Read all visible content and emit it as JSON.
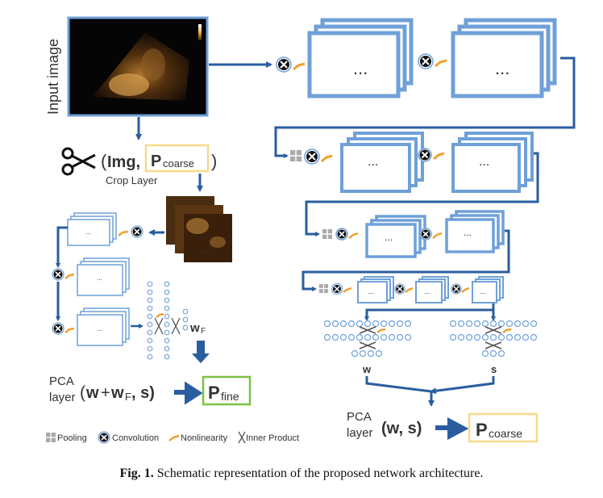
{
  "input_label": "Input image",
  "crop": {
    "img": "Img,",
    "p_main": "P",
    "p_sub": "coarse",
    "close": ")",
    "open": "(",
    "layer_label": "Crop Layer"
  },
  "dots": "...",
  "wF_main": "w",
  "wF_sub": "F",
  "fine_pca": {
    "pca_top": "PCA",
    "pca_bottom": "layer",
    "formula_open": "(",
    "w": "w",
    "plus": "+",
    "wf_main": "w",
    "wf_sub": "F",
    "comma_s": ", s)",
    "out_main": "P",
    "out_sub": "fine"
  },
  "coarse_pca": {
    "pca_top": "PCA",
    "pca_bottom": "layer",
    "formula": "(w, s)",
    "out_main": "P",
    "out_sub": "coarse"
  },
  "heads": {
    "w": "w",
    "s": "s"
  },
  "legend": {
    "pooling": "Pooling",
    "convolution": "Convolution",
    "nonlinearity": "Nonlinearity",
    "inner_product": "Inner Product"
  },
  "caption": {
    "prefix": "Fig. 1.",
    "text": "Schematic representation of the proposed network architecture."
  },
  "colors": {
    "blue_box": "#6fa0d8",
    "arrow": "#2a5d9f",
    "orange": "#f0a030",
    "yellow_box": "#f6d98a",
    "green_box": "#7bc143",
    "pool_gray": "#aaaaaa"
  }
}
